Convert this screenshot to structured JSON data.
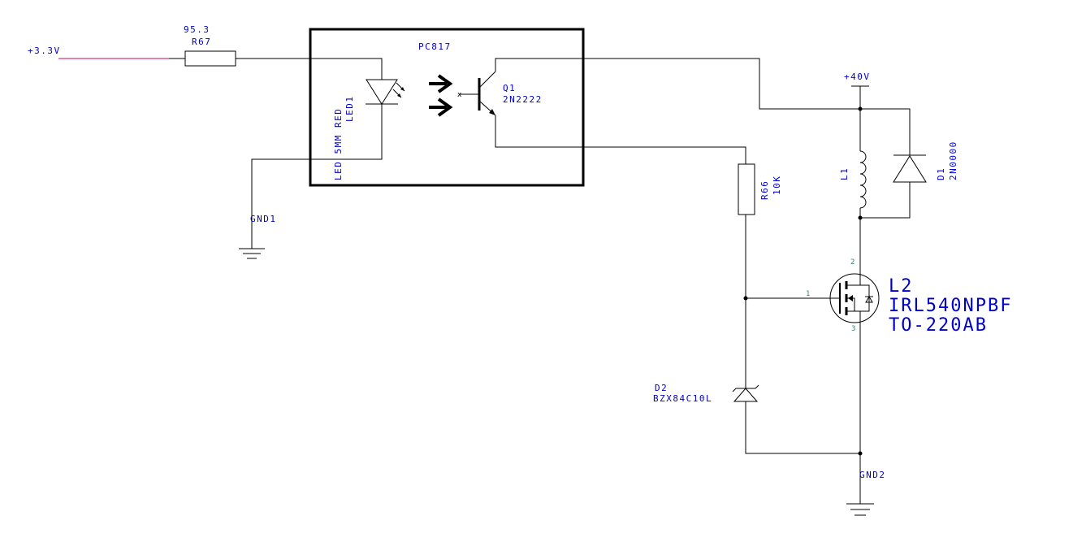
{
  "nets": {
    "vin": "+3.3V",
    "vhigh": "+40V",
    "gnd1": "GND1",
    "gnd2": "GND2"
  },
  "r67": {
    "ref": "R67",
    "value": "95.3"
  },
  "optocoupler": {
    "ref": "PC817"
  },
  "led1": {
    "ref": "LED1",
    "value": "LED 5MM RED"
  },
  "q1": {
    "ref": "Q1",
    "value": "2N2222"
  },
  "r66": {
    "ref": "R66",
    "value": "10K"
  },
  "l1": {
    "ref": "L1"
  },
  "d1": {
    "ref": "D1",
    "value": "2N0000"
  },
  "mosfet": {
    "ref": "L2",
    "part": "IRL540NPBF",
    "package": "TO-220AB",
    "pins": {
      "gate": "1",
      "drain": "2",
      "source": "3"
    }
  },
  "d2": {
    "ref": "D2",
    "value": "BZX84C10L"
  },
  "colors": {
    "wire": "#000000",
    "label": "#0000cc",
    "vin_net": "#cc0066",
    "pin": "#2b8a7a"
  }
}
